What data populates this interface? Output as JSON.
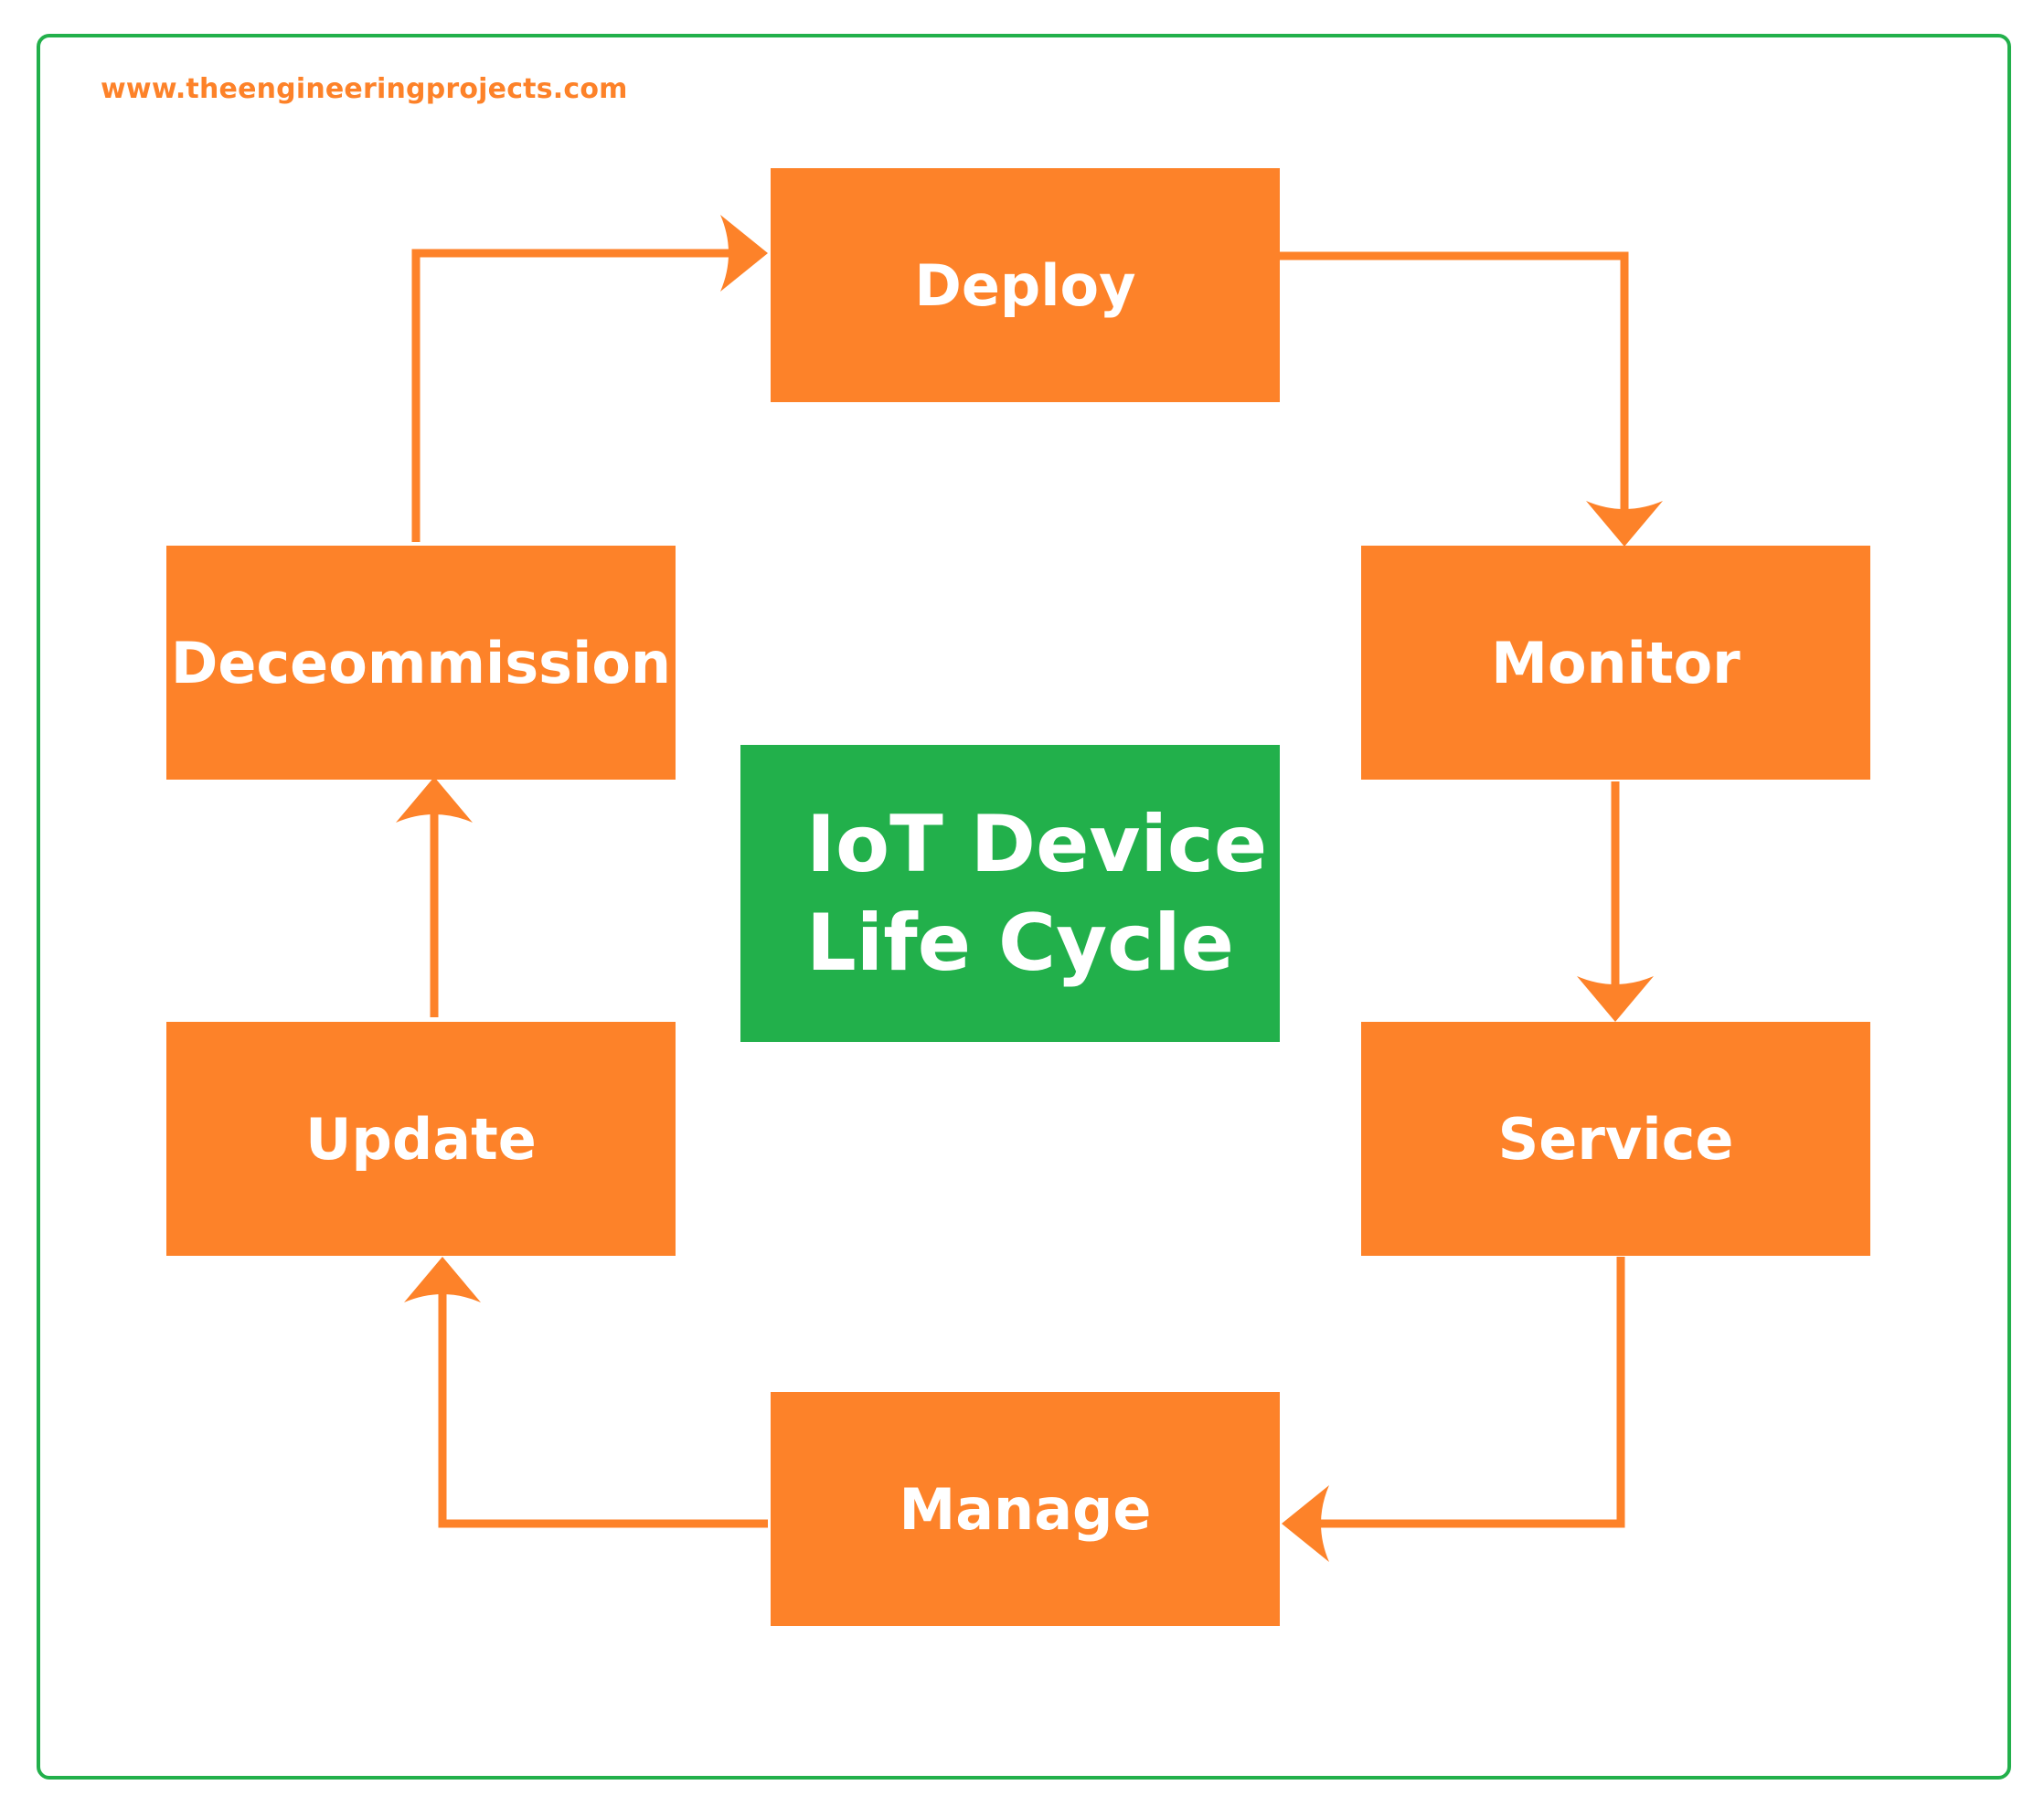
{
  "watermark": "www.theengineeringprojects.com",
  "center": {
    "line1": "IoT Device",
    "line2": "Life Cycle"
  },
  "stages": {
    "deploy": "Deploy",
    "monitor": "Monitor",
    "service": "Service",
    "manage": "Manage",
    "update": "Update",
    "decommission": "Deceommission"
  },
  "colors": {
    "stage_fill": "#fd8229",
    "center_fill": "#22b04b",
    "frame_border": "#22b04b",
    "text": "#ffffff"
  }
}
